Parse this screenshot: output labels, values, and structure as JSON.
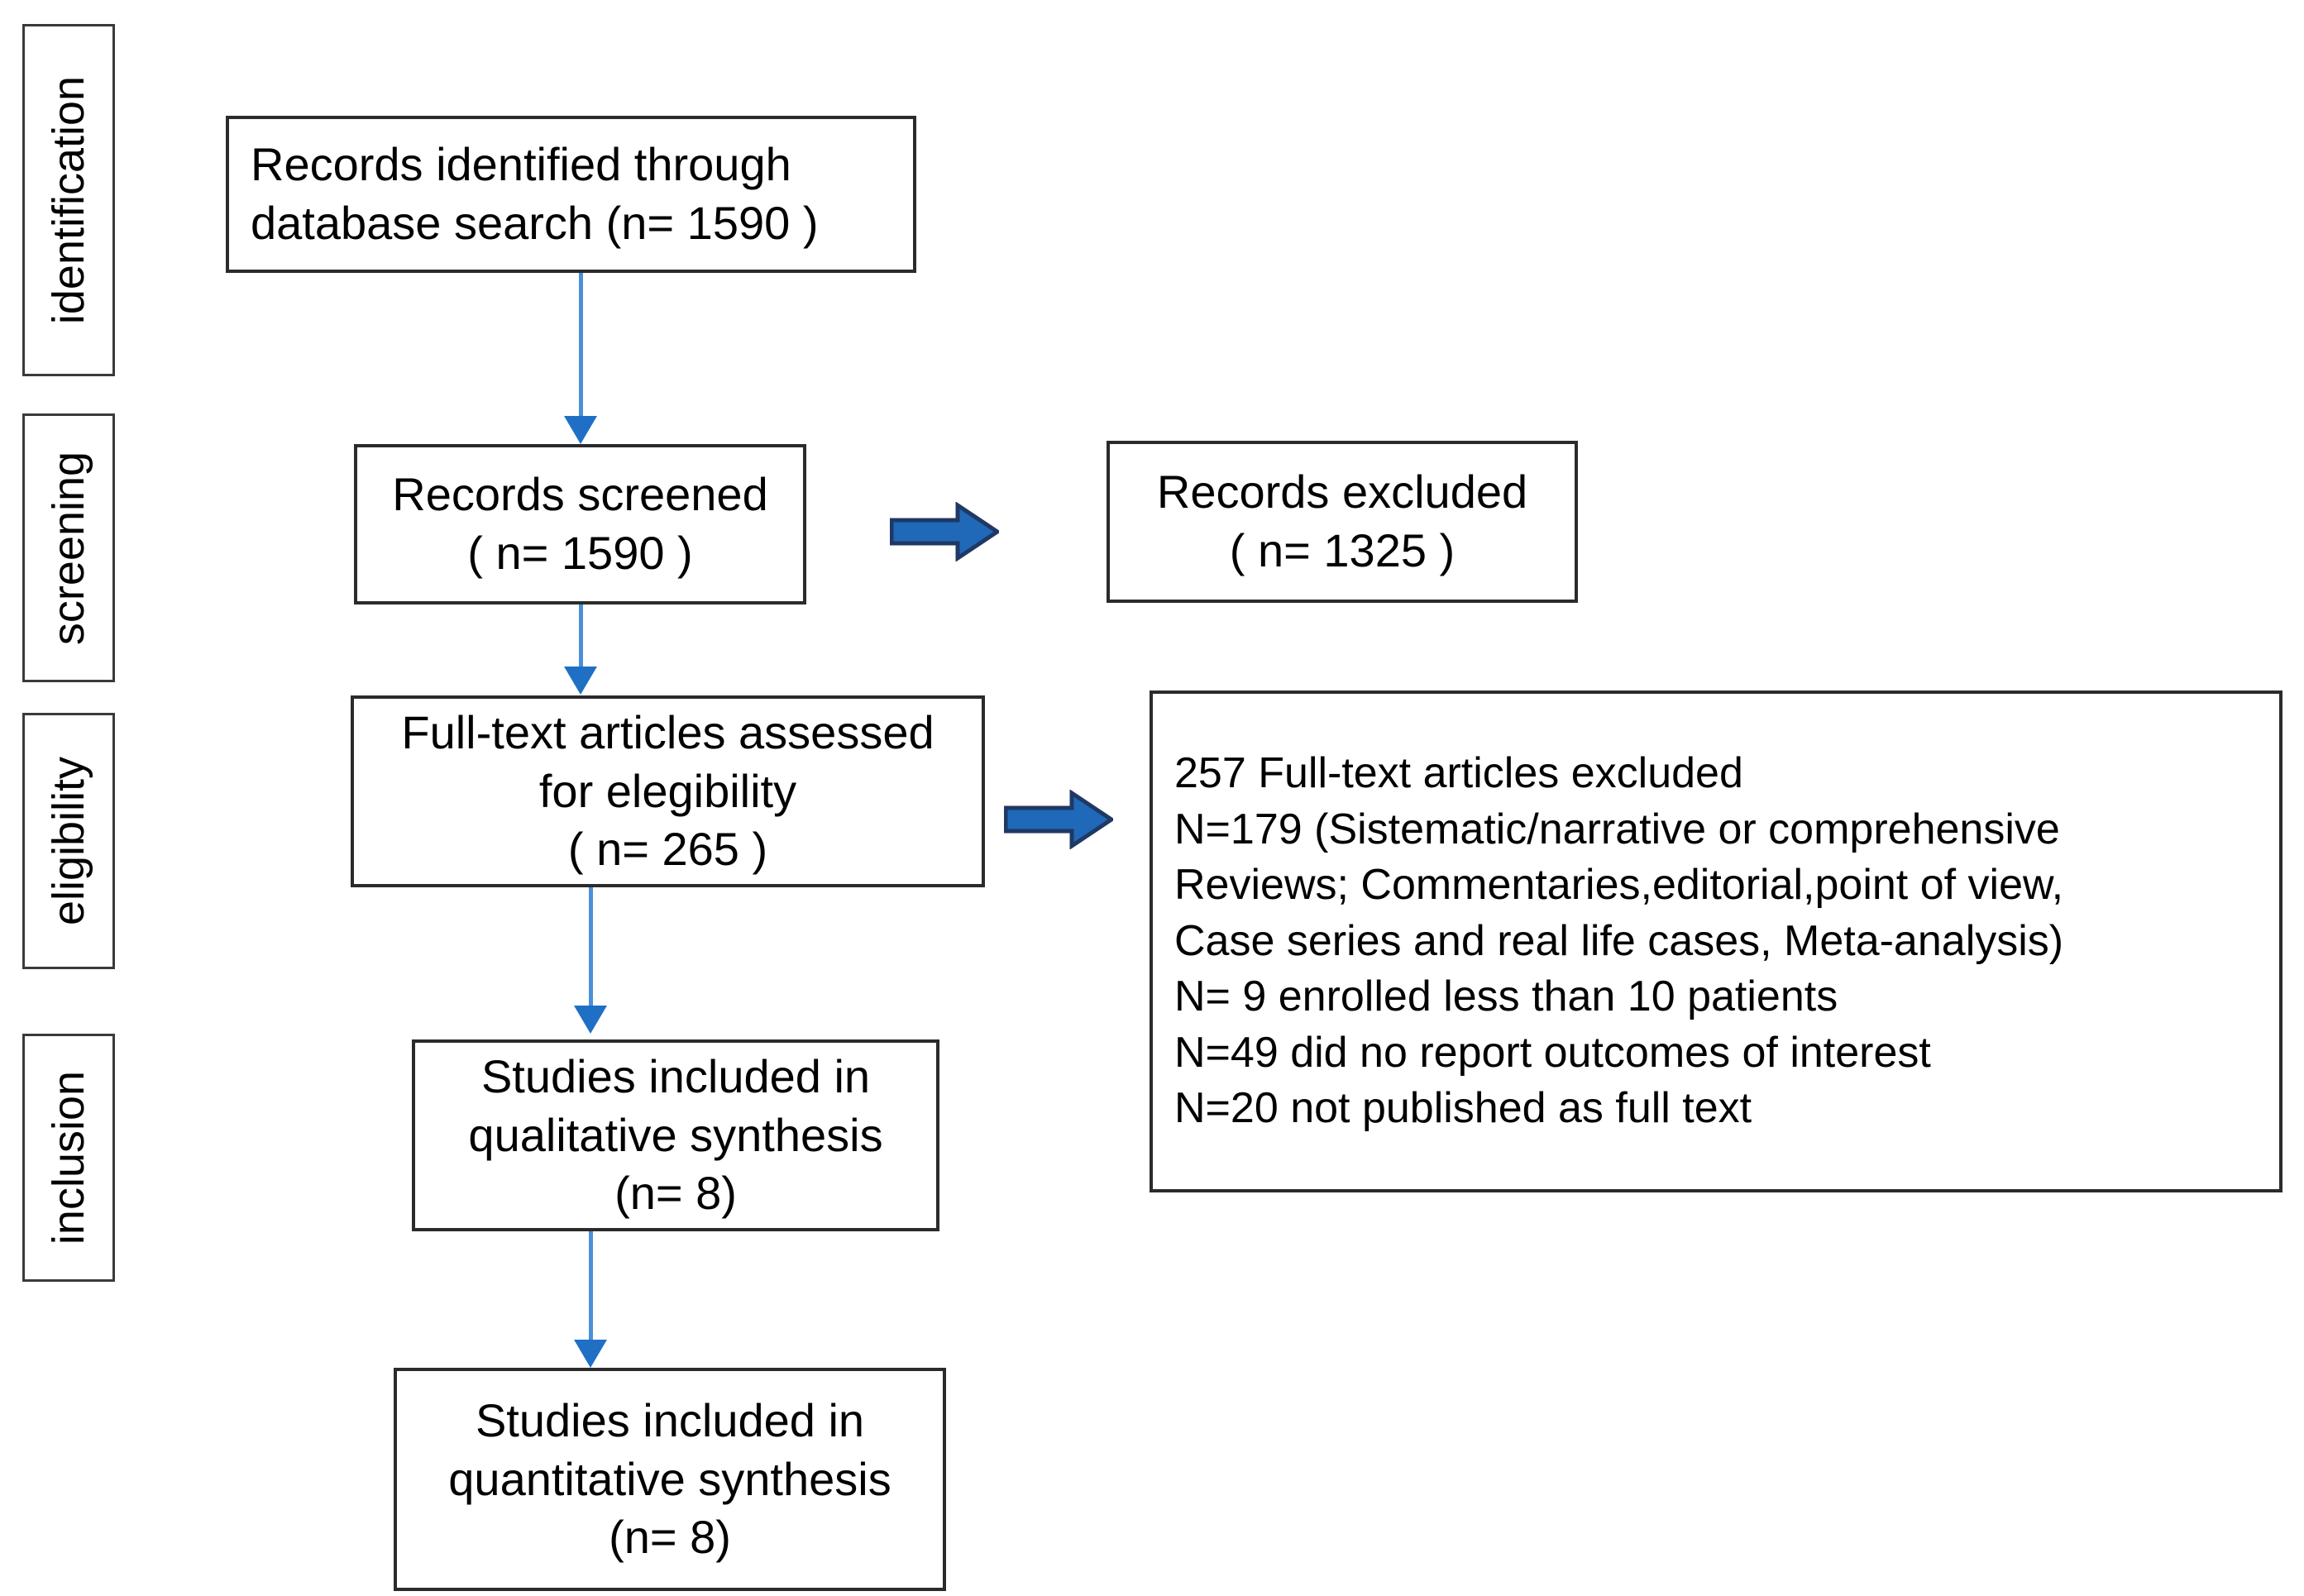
{
  "diagram": {
    "title": "PRISMA study selection flow diagram",
    "colors": {
      "box_border": "#2b2b2b",
      "stage_border": "#3a3a3a",
      "connector_line": "#4A90D9",
      "connector_head": "#1F6FC4",
      "block_arrow_fill": "#2069B8",
      "block_arrow_stroke": "#1F3864",
      "background": "#FFFFFF",
      "text": "#000000"
    }
  },
  "stages": [
    {
      "id": "identification",
      "label": "identification"
    },
    {
      "id": "screening",
      "label": "screening"
    },
    {
      "id": "eligibility",
      "label": "eligibility"
    },
    {
      "id": "inclusion",
      "label": "inclusion"
    }
  ],
  "boxes": {
    "identified": {
      "name": "records-identified",
      "lines": [
        "Records identified through",
        "database search (n= 1590 )"
      ],
      "count": 1590
    },
    "screened": {
      "name": "records-screened",
      "lines": [
        "Records screened",
        "( n= 1590 )"
      ],
      "count": 1590
    },
    "records_excluded": {
      "name": "records-excluded",
      "lines": [
        "Records excluded",
        "( n= 1325 )"
      ],
      "count": 1325
    },
    "fulltext_assessed": {
      "name": "fulltext-assessed",
      "lines": [
        "Full-text articles assessed",
        "for elegibility",
        "( n= 265 )"
      ],
      "count": 265
    },
    "fulltext_excluded": {
      "name": "fulltext-excluded-reasons",
      "lines": [
        "257 Full-text articles excluded",
        "N=179 (Sistematic/narrative or comprehensive",
        "Reviews; Commentaries,editorial,point of view,",
        "Case series and real life cases, Meta-analysis)",
        "N= 9 enrolled less than 10 patients",
        "N=49 did no report outcomes of interest",
        "N=20 not published as full text"
      ],
      "total_excluded": 257,
      "reasons": [
        {
          "n": 179,
          "reason": "Sistematic/narrative or comprehensive Reviews; Commentaries,editorial,point of view, Case series and real life cases, Meta-analysis"
        },
        {
          "n": 9,
          "reason": "enrolled less than 10 patients"
        },
        {
          "n": 49,
          "reason": "did no report outcomes of interest"
        },
        {
          "n": 20,
          "reason": "not published as full text"
        }
      ]
    },
    "qualitative": {
      "name": "studies-qualitative",
      "lines": [
        "Studies included in",
        "qualitative synthesis",
        "(n= 8)"
      ],
      "count": 8
    },
    "quantitative": {
      "name": "studies-quantitative",
      "lines": [
        "Studies included in",
        "quantitative synthesis",
        "(n= 8)"
      ],
      "count": 8
    }
  },
  "arrows": {
    "identified_to_screened": {
      "name": "arrow-identified-to-screened",
      "type": "vertical"
    },
    "screened_to_fulltext": {
      "name": "arrow-screened-to-fulltext",
      "type": "vertical"
    },
    "fulltext_to_qualitative": {
      "name": "arrow-fulltext-to-qualitative",
      "type": "vertical"
    },
    "qualitative_to_quantitative": {
      "name": "arrow-qualitative-to-quantitative",
      "type": "vertical"
    },
    "screened_to_excluded": {
      "name": "arrow-screened-to-excluded",
      "type": "block-right"
    },
    "fulltext_to_excluded": {
      "name": "arrow-fulltext-to-excluded",
      "type": "block-right"
    }
  }
}
